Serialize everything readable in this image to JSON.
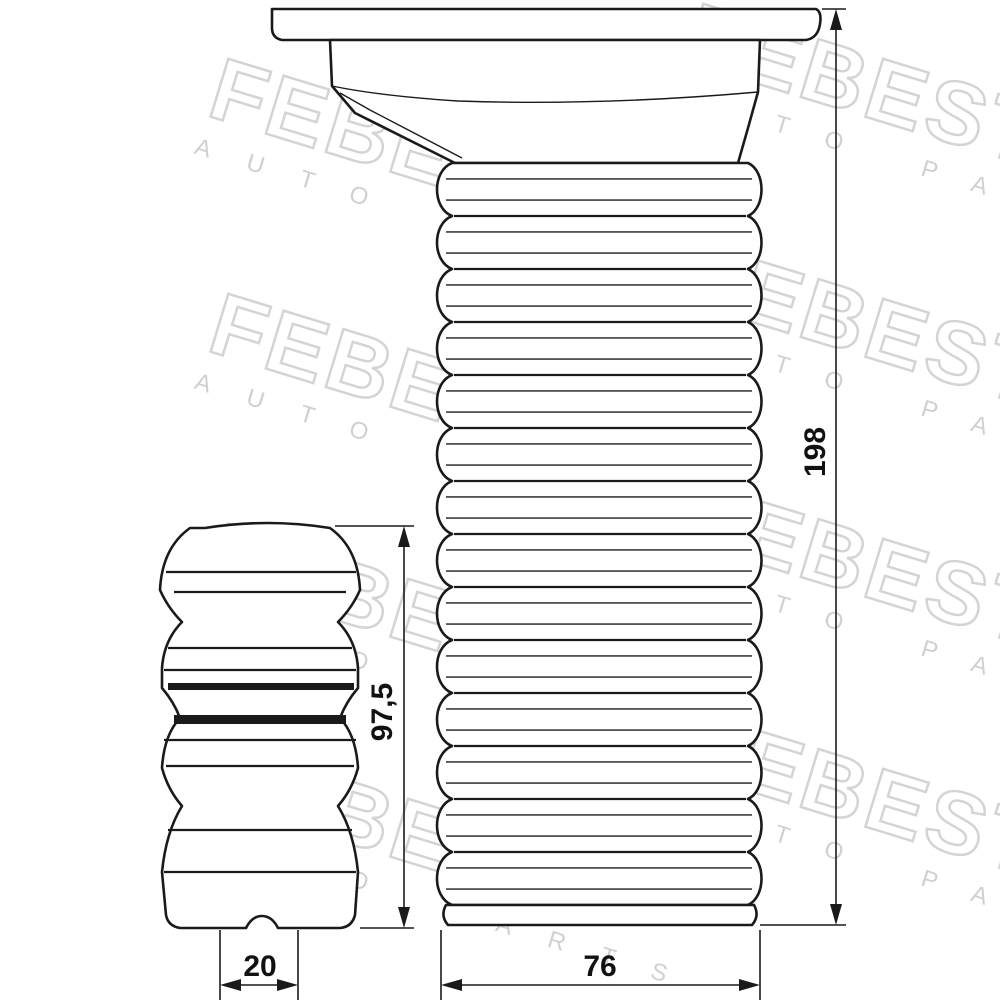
{
  "watermark": {
    "brand": "FEBEST",
    "sub": "AUTO PARTS"
  },
  "dimensions": {
    "boot_height": "198",
    "boot_width": "76",
    "bumper_height": "97,5",
    "bumper_bore": "20"
  },
  "colors": {
    "outline": "#1a1a1a",
    "watermark": "#d4d4d4",
    "background": "#ffffff"
  }
}
